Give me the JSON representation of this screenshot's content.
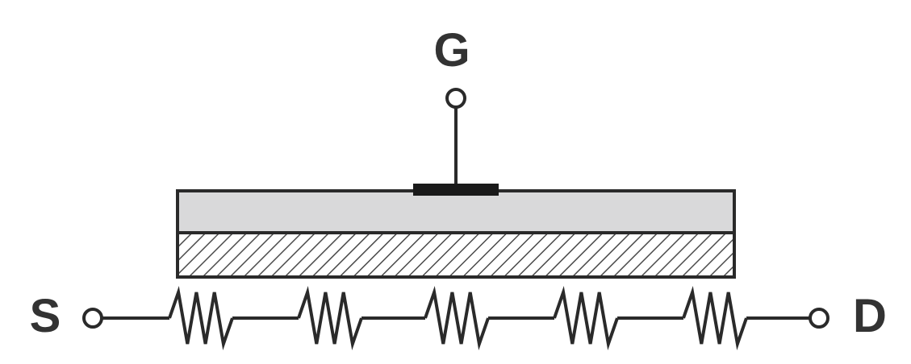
{
  "terminals": {
    "gate": "G",
    "source": "S",
    "drain": "D"
  },
  "resistor_count": 5,
  "colors": {
    "oxide_fill": "#d9d9da",
    "channel_hatch": "#4a4a4a",
    "line": "#2a2a2a",
    "gate_electrode": "#1a1a1a",
    "text": "#333333"
  }
}
